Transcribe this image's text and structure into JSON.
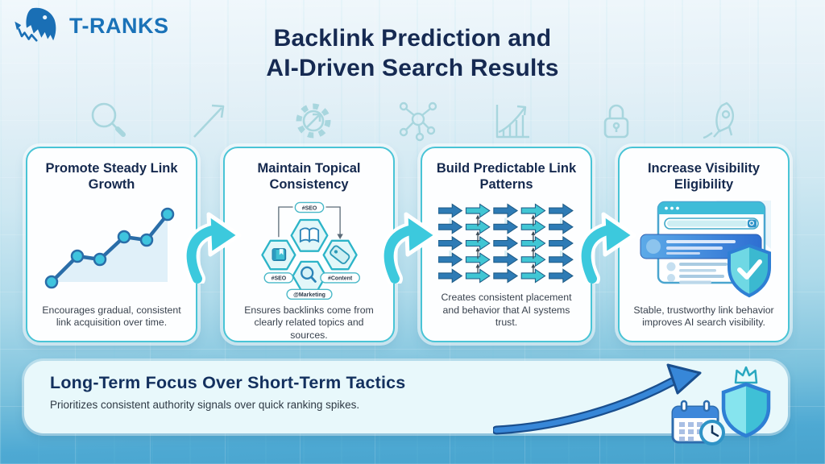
{
  "brand": {
    "name": "T-RANKS"
  },
  "header": {
    "line1": "Backlink Prediction and",
    "line2": "AI-Driven Search Results"
  },
  "decor_icons": [
    "magnifier-icon",
    "trend-arrow-icon",
    "gear-icon",
    "network-icon",
    "bar-chart-icon",
    "lock-icon",
    "rocket-icon"
  ],
  "cards": [
    {
      "title": "Promote Steady Link Growth",
      "desc": "Encourages gradual, consistent link acquisition over time."
    },
    {
      "title": "Maintain Topical Consistency",
      "desc": "Ensures backlinks come from clearly related topics and sources."
    },
    {
      "title": "Build Predictable Link Patterns",
      "desc": "Creates consistent placement and behavior that AI systems trust."
    },
    {
      "title": "Increase Visibility Eligibility",
      "desc": "Stable, trustworthy link behavior improves AI search visibility."
    }
  ],
  "hex_labels": {
    "top": "#SEO",
    "left": "#SEO",
    "right": "#Content",
    "bottom": "@Marketing"
  },
  "banner": {
    "title": "Long-Term Focus Over Short-Term Tactics",
    "subtitle": "Prioritizes consistent authority signals over quick ranking spikes."
  },
  "colors": {
    "accent_cyan": "#3cc9dd",
    "brand_blue": "#1a6fb5",
    "navy": "#15294e",
    "card_border": "#49c4d6",
    "banner_bg": "#e8f8fb",
    "chart_line": "#2a6da8",
    "arrow_blue": "#2e7bb5",
    "arrow_teal": "#41c6d4"
  }
}
